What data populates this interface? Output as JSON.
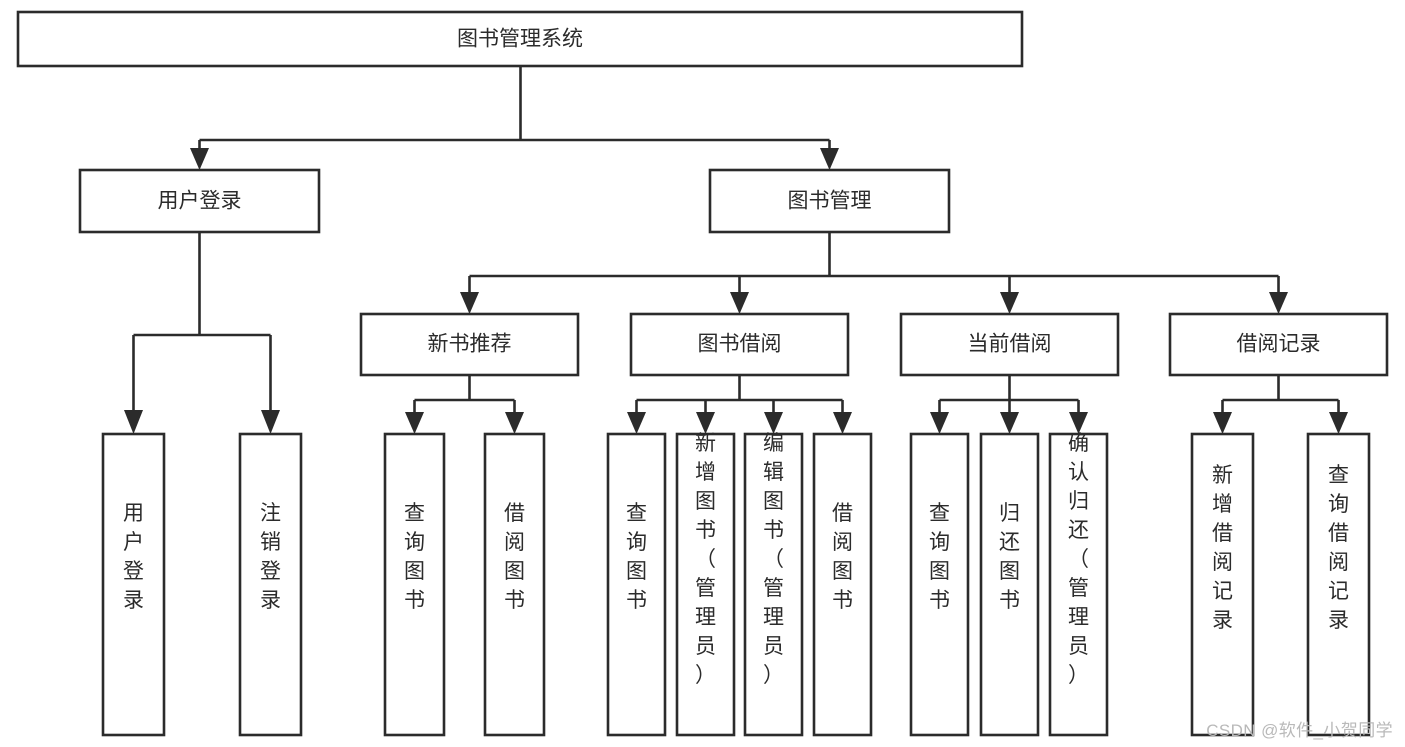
{
  "diagram": {
    "type": "tree-hierarchy-chart",
    "title": "图书管理系统",
    "watermark": "CSDN @软件_小贺同学",
    "colors": {
      "background": "#ffffff",
      "stroke": "#2b2b2b",
      "node_fill": "#ffffff",
      "text": "#2b2b2b",
      "watermark": "#b9b9b9"
    },
    "levels": {
      "root": {
        "label": "图书管理系统",
        "orientation": "horizontal"
      },
      "level2": [
        {
          "label": "用户登录",
          "orientation": "horizontal"
        },
        {
          "label": "图书管理",
          "orientation": "horizontal"
        }
      ],
      "level3": [
        {
          "label": "新书推荐",
          "orientation": "horizontal",
          "parent": "图书管理"
        },
        {
          "label": "图书借阅",
          "orientation": "horizontal",
          "parent": "图书管理"
        },
        {
          "label": "当前借阅",
          "orientation": "horizontal",
          "parent": "图书管理"
        },
        {
          "label": "借阅记录",
          "orientation": "horizontal",
          "parent": "图书管理"
        }
      ],
      "leaves": [
        {
          "label": "用户登录",
          "orientation": "vertical",
          "parent": "用户登录"
        },
        {
          "label": "注销登录",
          "orientation": "vertical",
          "parent": "用户登录"
        },
        {
          "label": "查询图书",
          "orientation": "vertical",
          "parent": "新书推荐"
        },
        {
          "label": "借阅图书",
          "orientation": "vertical",
          "parent": "新书推荐"
        },
        {
          "label": "查询图书",
          "orientation": "vertical",
          "parent": "图书借阅"
        },
        {
          "label": "新增图书（管理员）",
          "orientation": "vertical",
          "parent": "图书借阅"
        },
        {
          "label": "编辑图书（管理员）",
          "orientation": "vertical",
          "parent": "图书借阅"
        },
        {
          "label": "借阅图书",
          "orientation": "vertical",
          "parent": "图书借阅"
        },
        {
          "label": "查询图书",
          "orientation": "vertical",
          "parent": "当前借阅"
        },
        {
          "label": "归还图书",
          "orientation": "vertical",
          "parent": "当前借阅"
        },
        {
          "label": "确认归还（管理员）",
          "orientation": "vertical",
          "parent": "当前借阅"
        },
        {
          "label": "新增借阅记录",
          "orientation": "vertical",
          "parent": "借阅记录"
        },
        {
          "label": "查询借阅记录",
          "orientation": "vertical",
          "parent": "借阅记录"
        }
      ]
    }
  }
}
